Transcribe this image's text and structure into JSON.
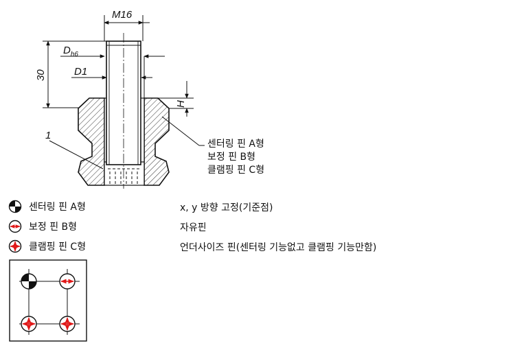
{
  "drawing": {
    "dimensions": {
      "thread": "M16",
      "d_main": "D",
      "d_sub": "h6",
      "d1": "D1",
      "length": "30",
      "h": "H"
    },
    "position_label": "1",
    "callout_lines": [
      "센터링 핀 A형",
      "보정 핀 B형",
      "클램핑 핀 C형"
    ]
  },
  "legend": [
    {
      "symbol": "centering-quadrant-icon",
      "label": "센터링 핀 A형",
      "description": "x, y 방향 고정(기준점)"
    },
    {
      "symbol": "horizontal-arrows-icon",
      "label": "보정 핀 B형",
      "description": "자유핀"
    },
    {
      "symbol": "cross-arrows-icon",
      "label": "클램핑 핀 C형",
      "description": "언더사이즈 핀(센터링 기능없고 클램핑 기능만함)"
    }
  ],
  "colors": {
    "arrow": "#e01818",
    "line": "#111111"
  }
}
